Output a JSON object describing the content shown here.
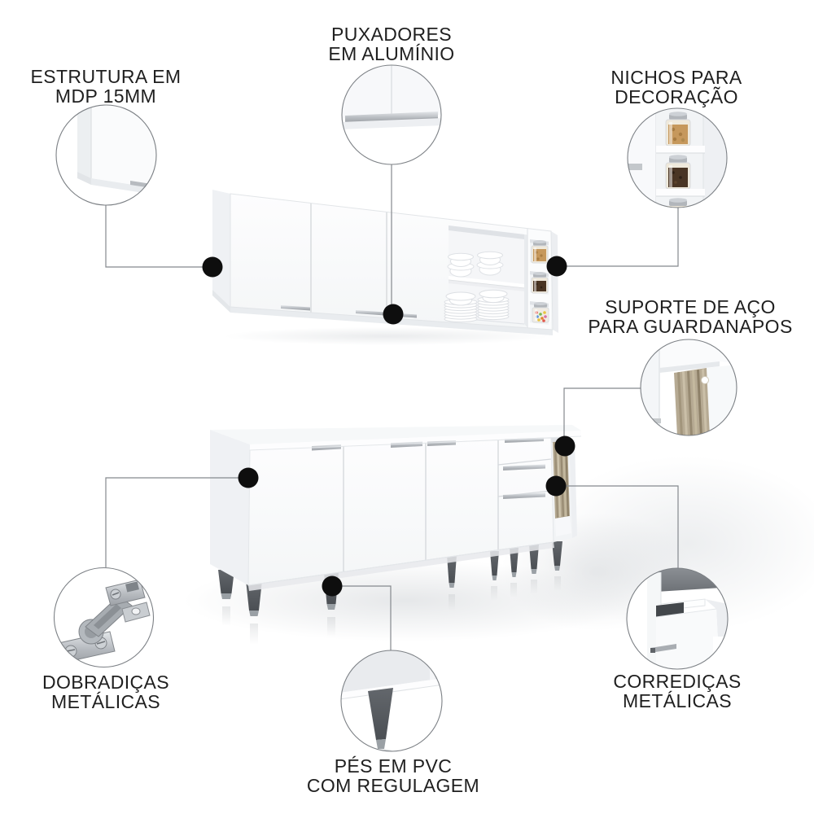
{
  "page": {
    "kind": "product-feature-infographic",
    "background": "#ffffff"
  },
  "colors": {
    "text": "#1f1f1f",
    "connector_line": "#85898e",
    "connector_dot": "#0e0e0e",
    "circle_border": "#7c8085",
    "furniture_white": "#fbfcfd",
    "leg_gray": "#54585d",
    "napkin_beige": "#b3a78f",
    "jar_crackers": "#c6985c",
    "jar_coffee": "#4a3524"
  },
  "callouts": [
    {
      "id": "estrutura",
      "line1": "ESTRUTURA EM",
      "line2": "MDP 15MM",
      "detail": "cabinet-corner-panel"
    },
    {
      "id": "puxadores",
      "line1": "PUXADORES",
      "line2": "EM ALUMÍNIO",
      "detail": "aluminum-handle"
    },
    {
      "id": "nichos",
      "line1": "NICHOS PARA",
      "line2": "DECORAÇÃO",
      "detail": "decor-niches-with-jars"
    },
    {
      "id": "suporte",
      "line1": "SUPORTE DE AÇO",
      "line2": "PARA GUARDANAPOS",
      "detail": "steel-napkin-holder"
    },
    {
      "id": "dobradicas",
      "line1": "DOBRADIÇAS",
      "line2": "METÁLICAS",
      "detail": "metal-hinge"
    },
    {
      "id": "corredicas",
      "line1": "CORREDIÇAS",
      "line2": "METÁLICAS",
      "detail": "metal-drawer-slide"
    },
    {
      "id": "pes",
      "line1": "PÉS EM PVC",
      "line2": "COM REGULAGEM",
      "detail": "adjustable-pvc-foot"
    }
  ]
}
